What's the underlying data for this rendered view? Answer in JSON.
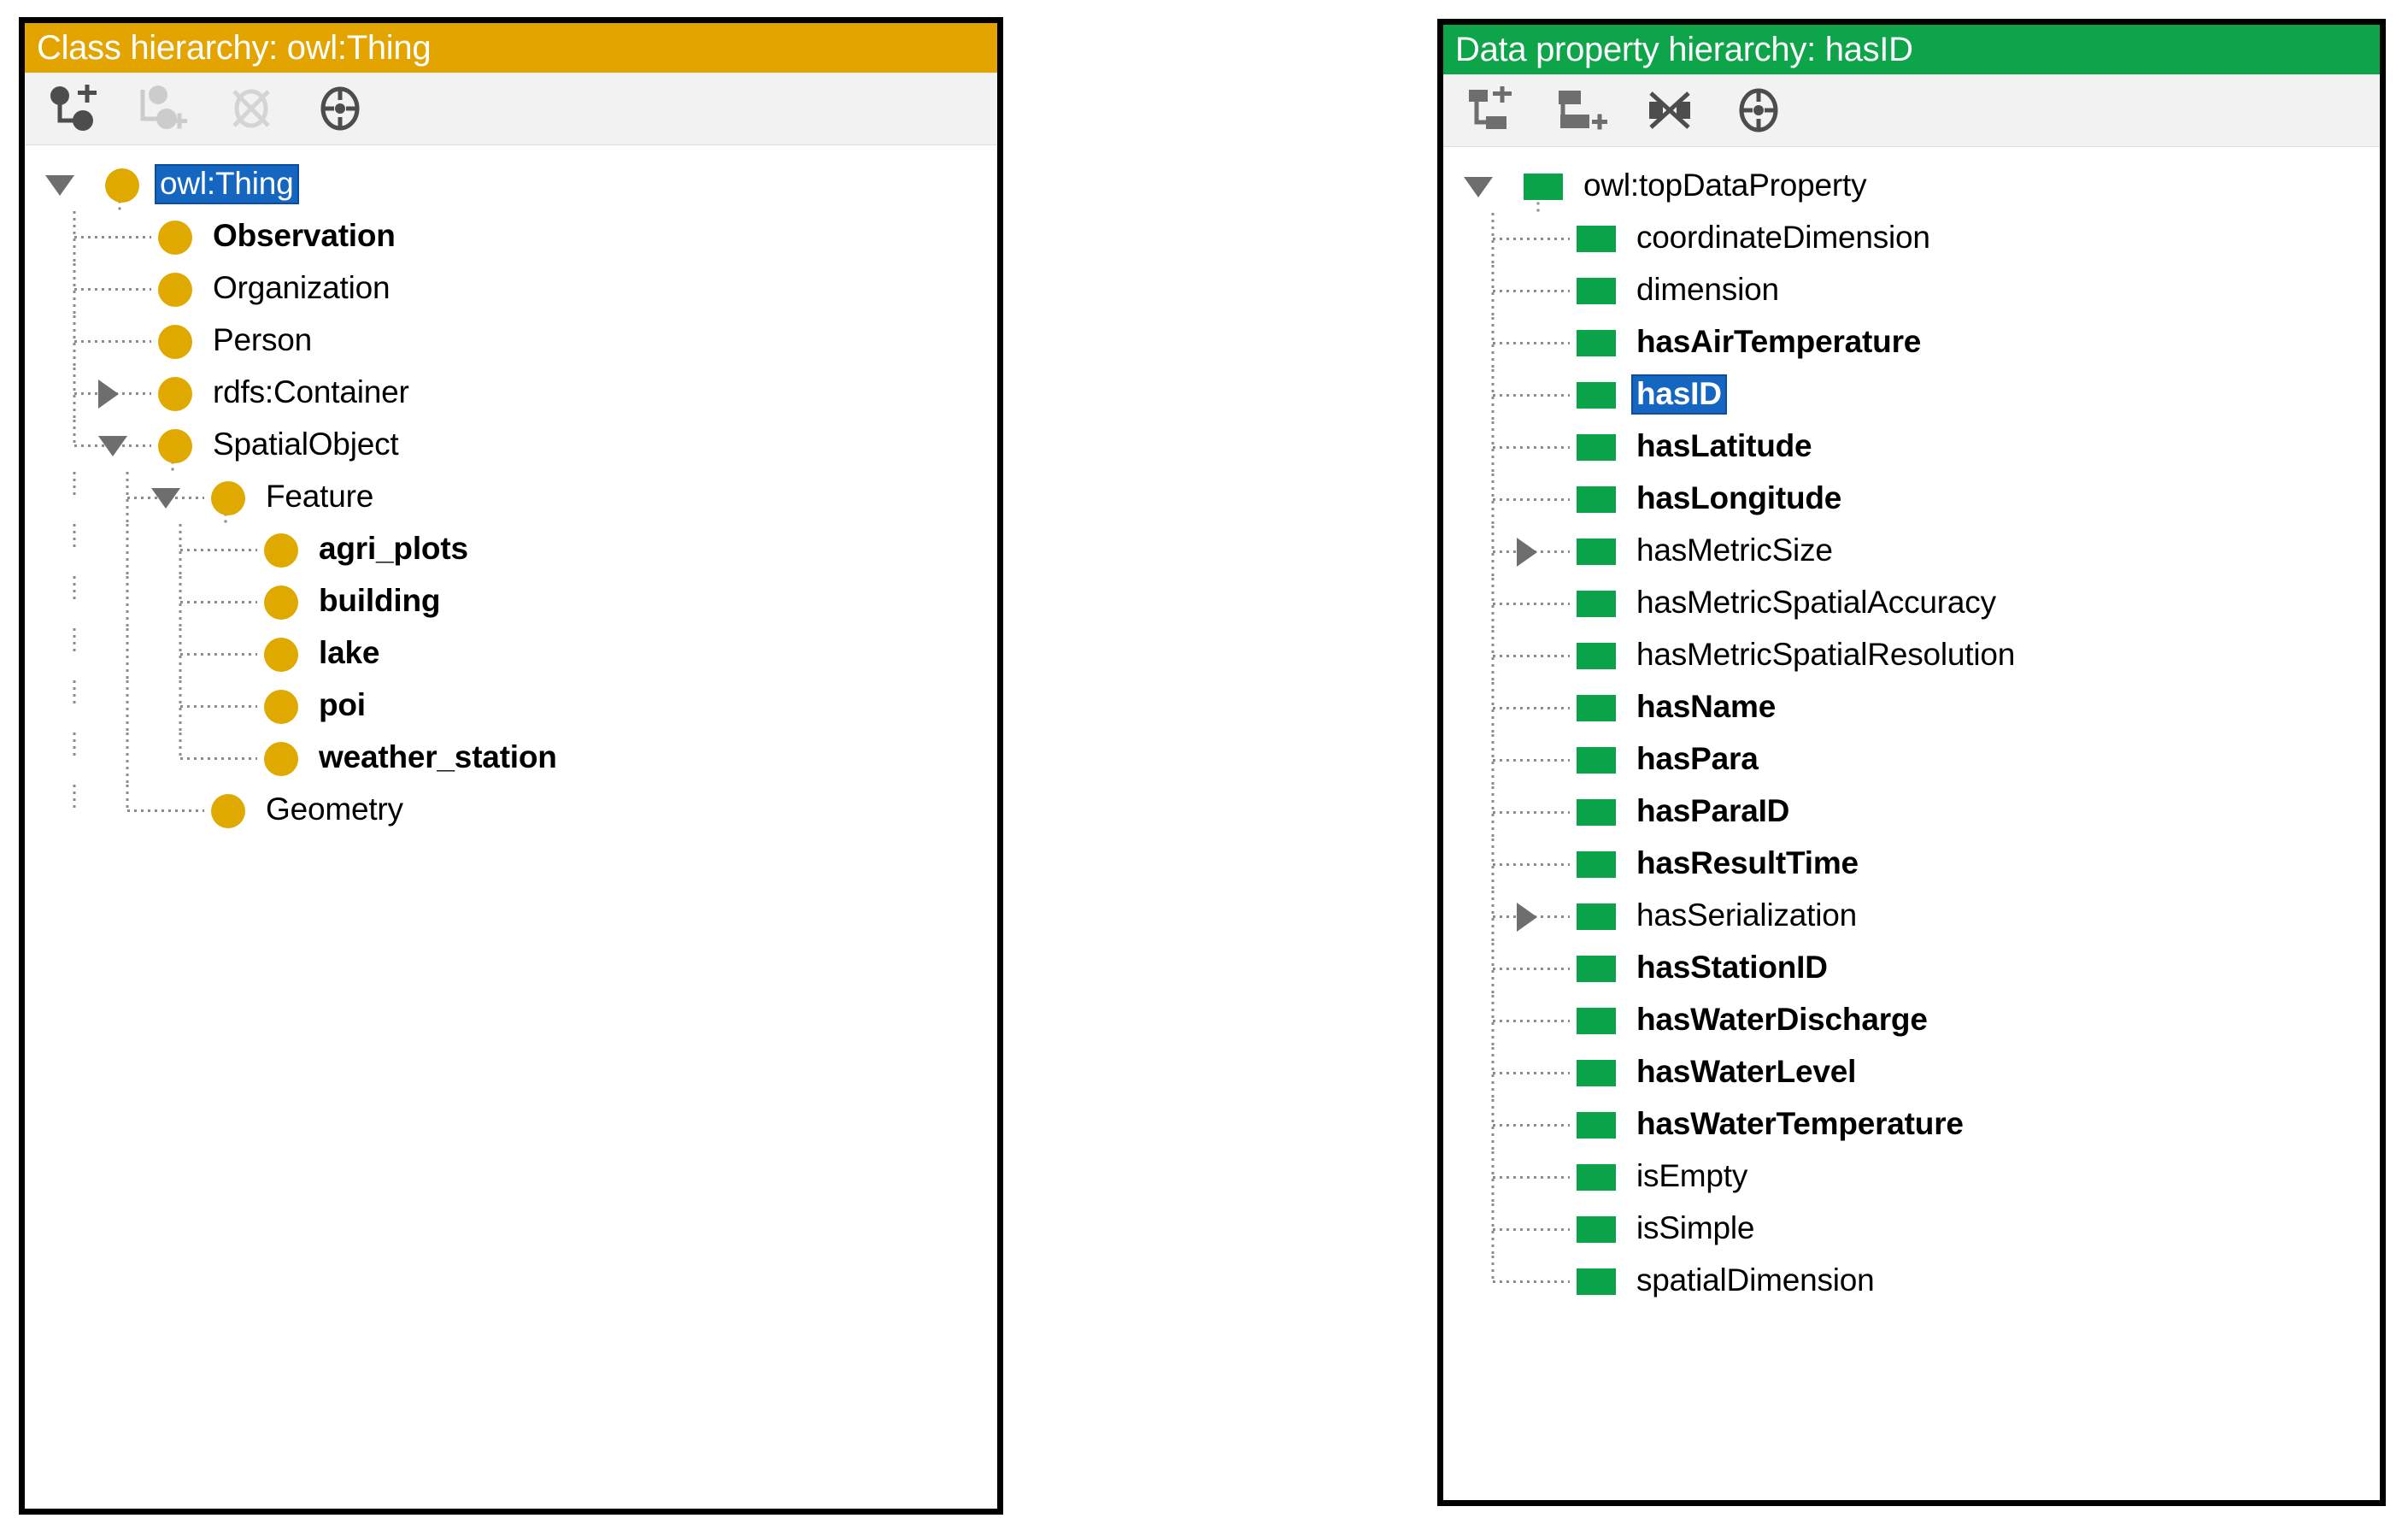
{
  "panels": [
    {
      "id": "class-hierarchy",
      "title": "Class hierarchy: owl:Thing",
      "header_color": "#e3a400",
      "node_color": "#e0a900",
      "node_shape": "circle",
      "toolbar": [
        {
          "name": "add-subclass-icon",
          "label": "Add subclass",
          "enabled": true
        },
        {
          "name": "add-sibling-class-icon",
          "label": "Add sibling class",
          "enabled": false
        },
        {
          "name": "delete-class-icon",
          "label": "Delete selected class",
          "enabled": false
        },
        {
          "name": "target-class-icon",
          "label": "Show class in hierarchy",
          "enabled": true
        }
      ],
      "tree": [
        {
          "label": "owl:Thing",
          "depth": 0,
          "bold": false,
          "selected": true,
          "twisty": "down"
        },
        {
          "label": "Observation",
          "depth": 1,
          "bold": true,
          "selected": false,
          "twisty": "none"
        },
        {
          "label": "Organization",
          "depth": 1,
          "bold": false,
          "selected": false,
          "twisty": "none"
        },
        {
          "label": "Person",
          "depth": 1,
          "bold": false,
          "selected": false,
          "twisty": "none"
        },
        {
          "label": "rdfs:Container",
          "depth": 1,
          "bold": false,
          "selected": false,
          "twisty": "right"
        },
        {
          "label": "SpatialObject",
          "depth": 1,
          "bold": false,
          "selected": false,
          "twisty": "down"
        },
        {
          "label": "Feature",
          "depth": 2,
          "bold": false,
          "selected": false,
          "twisty": "down"
        },
        {
          "label": "agri_plots",
          "depth": 3,
          "bold": true,
          "selected": false,
          "twisty": "none"
        },
        {
          "label": "building",
          "depth": 3,
          "bold": true,
          "selected": false,
          "twisty": "none"
        },
        {
          "label": "lake",
          "depth": 3,
          "bold": true,
          "selected": false,
          "twisty": "none"
        },
        {
          "label": "poi",
          "depth": 3,
          "bold": true,
          "selected": false,
          "twisty": "none"
        },
        {
          "label": "weather_station",
          "depth": 3,
          "bold": true,
          "selected": false,
          "twisty": "none"
        },
        {
          "label": "Geometry",
          "depth": 2,
          "bold": false,
          "selected": false,
          "twisty": "none"
        }
      ]
    },
    {
      "id": "data-property-hierarchy",
      "title": "Data property hierarchy: hasID",
      "header_color": "#0da44a",
      "node_color": "#0aa34a",
      "node_shape": "rect",
      "toolbar": [
        {
          "name": "add-subproperty-icon",
          "label": "Add sub property",
          "enabled": true
        },
        {
          "name": "add-sibling-property-icon",
          "label": "Add sibling property",
          "enabled": true
        },
        {
          "name": "delete-property-icon",
          "label": "Delete selected property",
          "enabled": true
        },
        {
          "name": "target-property-icon",
          "label": "Show property in hierarchy",
          "enabled": true
        }
      ],
      "tree": [
        {
          "label": "owl:topDataProperty",
          "depth": 0,
          "bold": false,
          "selected": false,
          "twisty": "down"
        },
        {
          "label": "coordinateDimension",
          "depth": 1,
          "bold": false,
          "selected": false,
          "twisty": "none"
        },
        {
          "label": "dimension",
          "depth": 1,
          "bold": false,
          "selected": false,
          "twisty": "none"
        },
        {
          "label": "hasAirTemperature",
          "depth": 1,
          "bold": true,
          "selected": false,
          "twisty": "none"
        },
        {
          "label": "hasID",
          "depth": 1,
          "bold": true,
          "selected": true,
          "twisty": "none"
        },
        {
          "label": "hasLatitude",
          "depth": 1,
          "bold": true,
          "selected": false,
          "twisty": "none"
        },
        {
          "label": "hasLongitude",
          "depth": 1,
          "bold": true,
          "selected": false,
          "twisty": "none"
        },
        {
          "label": "hasMetricSize",
          "depth": 1,
          "bold": false,
          "selected": false,
          "twisty": "right"
        },
        {
          "label": "hasMetricSpatialAccuracy",
          "depth": 1,
          "bold": false,
          "selected": false,
          "twisty": "none"
        },
        {
          "label": "hasMetricSpatialResolution",
          "depth": 1,
          "bold": false,
          "selected": false,
          "twisty": "none"
        },
        {
          "label": "hasName",
          "depth": 1,
          "bold": true,
          "selected": false,
          "twisty": "none"
        },
        {
          "label": "hasPara",
          "depth": 1,
          "bold": true,
          "selected": false,
          "twisty": "none"
        },
        {
          "label": "hasParaID",
          "depth": 1,
          "bold": true,
          "selected": false,
          "twisty": "none"
        },
        {
          "label": "hasResultTime",
          "depth": 1,
          "bold": true,
          "selected": false,
          "twisty": "none"
        },
        {
          "label": "hasSerialization",
          "depth": 1,
          "bold": false,
          "selected": false,
          "twisty": "right"
        },
        {
          "label": "hasStationID",
          "depth": 1,
          "bold": true,
          "selected": false,
          "twisty": "none"
        },
        {
          "label": "hasWaterDischarge",
          "depth": 1,
          "bold": true,
          "selected": false,
          "twisty": "none"
        },
        {
          "label": "hasWaterLevel",
          "depth": 1,
          "bold": true,
          "selected": false,
          "twisty": "none"
        },
        {
          "label": "hasWaterTemperature",
          "depth": 1,
          "bold": true,
          "selected": false,
          "twisty": "none"
        },
        {
          "label": "isEmpty",
          "depth": 1,
          "bold": false,
          "selected": false,
          "twisty": "none"
        },
        {
          "label": "isSimple",
          "depth": 1,
          "bold": false,
          "selected": false,
          "twisty": "none"
        },
        {
          "label": "spatialDimension",
          "depth": 1,
          "bold": false,
          "selected": false,
          "twisty": "none"
        }
      ]
    }
  ],
  "colors": {
    "selection_blue": "#1566c0",
    "class_amber": "#e0a900",
    "property_green": "#0aa34a",
    "class_header": "#e3a400",
    "property_header": "#0da44a",
    "tree_line": "#8c8c8c"
  }
}
